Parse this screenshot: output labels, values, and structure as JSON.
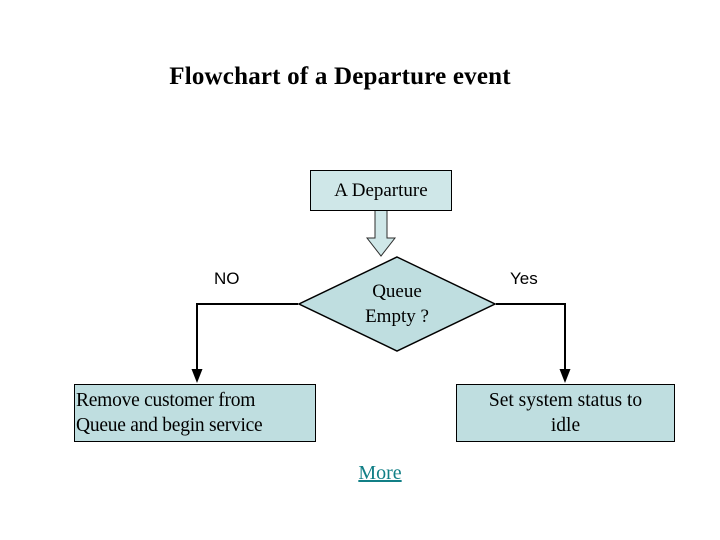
{
  "slide": {
    "title": "Flowchart of a Departure event",
    "background_color": "#ffffff"
  },
  "colors": {
    "shape_fill": "#bfdee0",
    "shape_fill_light": "#cfe7e8",
    "shape_border": "#000000",
    "connector": "#000000",
    "link": "#117f86",
    "text": "#000000"
  },
  "nodes": {
    "start": {
      "id": "a-departure",
      "shape": "rectangle",
      "text": "A Departure"
    },
    "decision": {
      "id": "queue-empty",
      "shape": "diamond",
      "line1": "Queue",
      "line2": "Empty ?"
    },
    "no_branch": {
      "id": "remove-customer",
      "shape": "rectangle",
      "line1": "Remove customer from",
      "line2": "Queue and begin service"
    },
    "yes_branch": {
      "id": "set-idle",
      "shape": "rectangle",
      "line1": "Set system status to",
      "line2": "idle"
    }
  },
  "branch_labels": {
    "no": "NO",
    "yes": "Yes"
  },
  "connectors": [
    {
      "name": "start-to-decision",
      "style": "block-arrow",
      "from": "a-departure",
      "to": "queue-empty"
    },
    {
      "name": "decision-no-to-remove",
      "style": "line-arrow",
      "from": "queue-empty",
      "to": "remove-customer",
      "label": "NO"
    },
    {
      "name": "decision-yes-to-idle",
      "style": "line-arrow",
      "from": "queue-empty",
      "to": "set-idle",
      "label": "Yes"
    }
  ],
  "footer": {
    "more_link": "More"
  }
}
